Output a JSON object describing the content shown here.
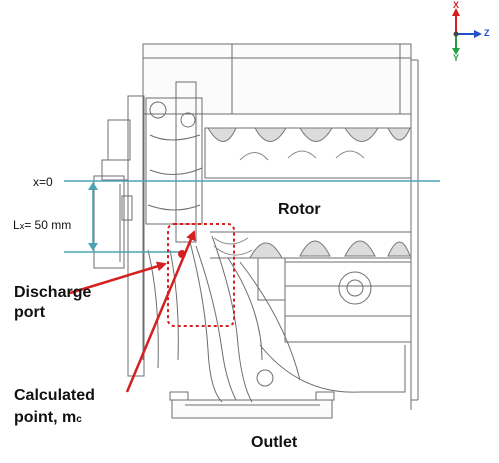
{
  "labels": {
    "x_zero": "x=0",
    "lx_main": "L",
    "lx_sub": "x",
    "lx_value": "=  50 mm",
    "rotor": "Rotor",
    "discharge_line1": "Discharge",
    "discharge_line2": "port",
    "calc_line1": "Calculated",
    "calc_line2_main": "point, m",
    "calc_line2_sub": "c",
    "outlet": "Outlet"
  },
  "axes": {
    "x_label": "X",
    "z_label": "Z",
    "y_label": "Y"
  },
  "colors": {
    "reference_line": "#4aa3b5",
    "arrow_red": "#d42020",
    "outline": "#6e6e6e",
    "axis_x": "#d42020",
    "axis_z": "#2050c8",
    "axis_y": "#20a040"
  }
}
